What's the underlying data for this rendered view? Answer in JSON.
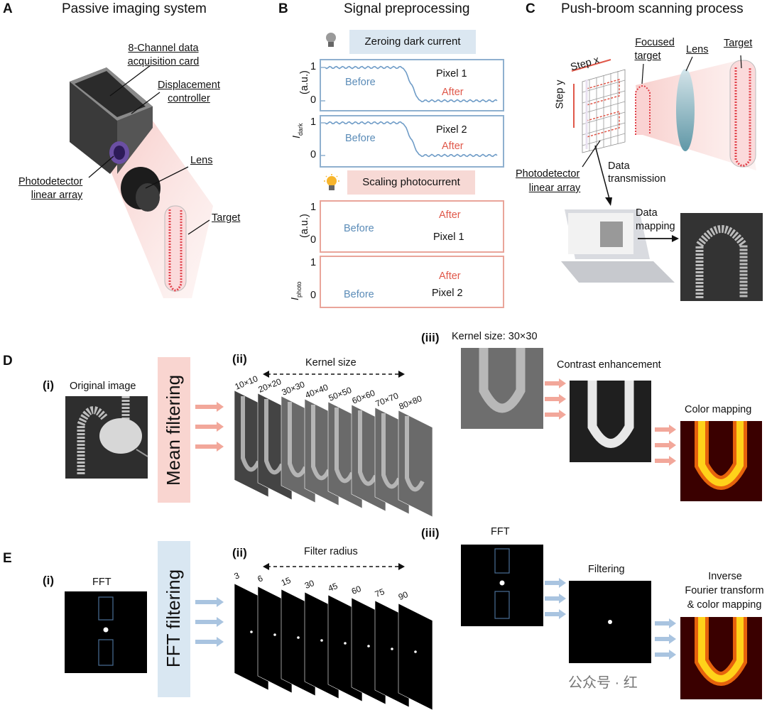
{
  "panelA": {
    "label": "A",
    "title": "Passive imaging system",
    "callouts": {
      "daq_line1": "8-Channel data",
      "daq_line2": "acquisition card",
      "disp_line1": "Displacement",
      "disp_line2": "controller",
      "lens": "Lens",
      "pd_line1": "Photodetector",
      "pd_line2": "linear array",
      "target": "Target"
    }
  },
  "panelB": {
    "label": "B",
    "title": "Signal preprocessing",
    "dark_header": "Zeroing dark current",
    "photo_header": "Scaling photocurrent",
    "dark_ylabel": "I",
    "dark_ylabel_sub": "dark",
    "dark_ylabel_unit": "(a.u.)",
    "photo_ylabel": "I",
    "photo_ylabel_sub": "photo",
    "photo_ylabel_unit": "(a.u.)",
    "tick_1": "1",
    "tick_0": "0",
    "before": "Before",
    "after": "After",
    "pixel1": "Pixel 1",
    "pixel2": "Pixel 2"
  },
  "panelC": {
    "label": "C",
    "title": "Push-broom scanning process",
    "step_x": "Step x",
    "step_y": "Step y",
    "focused_line1": "Focused",
    "focused_line2": "target",
    "lens": "Lens",
    "target": "Target",
    "pd_line1": "Photodetector",
    "pd_line2": "linear array",
    "data_tx_line1": "Data",
    "data_tx_line2": "transmission",
    "data_map_line1": "Data",
    "data_map_line2": "mapping"
  },
  "panelD": {
    "label": "D",
    "sub_i": "(i)",
    "sub_ii": "(ii)",
    "sub_iii": "(iii)",
    "original": "Original image",
    "mean_filtering": "Mean filtering",
    "kernel_size": "Kernel size",
    "kernel_size_30": "Kernel size: 30×30",
    "contrast": "Contrast enhancement",
    "color_mapping": "Color mapping",
    "kernels": [
      "10×10",
      "20×20",
      "30×30",
      "40×40",
      "50×50",
      "60×60",
      "70×70",
      "80×80"
    ]
  },
  "panelE": {
    "label": "E",
    "sub_i": "(i)",
    "sub_ii": "(ii)",
    "sub_iii": "(iii)",
    "fft": "FFT",
    "fft_filtering": "FFT filtering",
    "filter_radius": "Filter radius",
    "filtering": "Filtering",
    "inverse_line1": "Inverse",
    "inverse_line2": "Fourier transform",
    "inverse_line3": "& color mapping",
    "radii": [
      "3",
      "6",
      "15",
      "30",
      "45",
      "60",
      "75",
      "90"
    ]
  },
  "watermark": "公众号 · 红",
  "colors": {
    "blue_curve": "#6f9cc7",
    "red_curve": "#e0584a",
    "blue_box": "#8fb0cf",
    "red_box": "#e9a59a",
    "arrow_red": "#f2a79a",
    "arrow_blue": "#a9c4e0"
  }
}
